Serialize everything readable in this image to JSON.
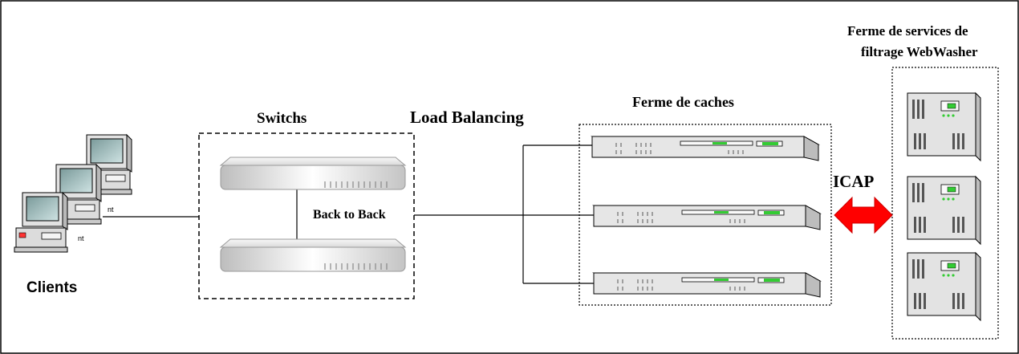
{
  "labels": {
    "clients": "Clients",
    "switchs": "Switchs",
    "load_balancing": "Load Balancing",
    "back_to_back": "Back to Back",
    "ferme_caches": "Ferme de caches",
    "icap": "ICAP",
    "ferme_services_line1": "Ferme de services de",
    "ferme_services_line2": "filtrage WebWasher"
  },
  "client_tags": [
    "nt",
    "nt"
  ],
  "colors": {
    "arrow": "#ff0000",
    "led": "#33cc33",
    "device": "#e6e6e6"
  },
  "icons": {
    "client": "desktop-computer-icon",
    "switch": "network-switch-icon",
    "cache": "rack-server-icon",
    "filter": "tower-server-icon"
  }
}
